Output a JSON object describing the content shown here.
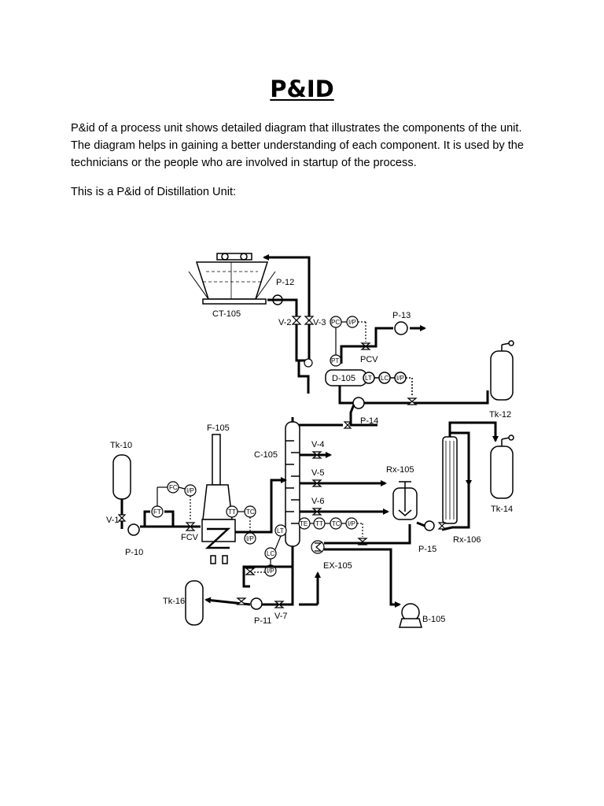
{
  "title": "P&ID",
  "paragraphs": [
    "P&id of a process unit shows detailed diagram that illustrates the components of the unit. The diagram helps in gaining a better understanding of each component. It is used by the technicians or the people who are involved in startup of the process.",
    "This is a P&id of Distillation Unit:"
  ],
  "diagram": {
    "labels": {
      "ct105": "CT-105",
      "p12": "P-12",
      "v2": "V-2",
      "v3": "V-3",
      "pc": "PC",
      "ip": "I/P",
      "p13": "P-13",
      "pt": "PT",
      "pcv": "PCV",
      "d105": "D-105",
      "lt": "LT",
      "lc": "LC",
      "p14": "P-14",
      "tk12": "Tk-12",
      "f105": "F-105",
      "tk10": "Tk-10",
      "c105": "C-105",
      "v4": "V-4",
      "v5": "V-5",
      "v6": "V-6",
      "rx105": "Rx-105",
      "tk14": "Tk-14",
      "fc": "FC",
      "ft": "FT",
      "tt": "TT",
      "tc": "TC",
      "te": "TE",
      "v1": "V-1",
      "fcv": "FCV",
      "p10": "P-10",
      "p15": "P-15",
      "rx106": "Rx-106",
      "ex105": "EX-105",
      "tk16": "Tk-16",
      "p11": "P-11",
      "v7": "V-7",
      "b105": "B-105"
    }
  }
}
